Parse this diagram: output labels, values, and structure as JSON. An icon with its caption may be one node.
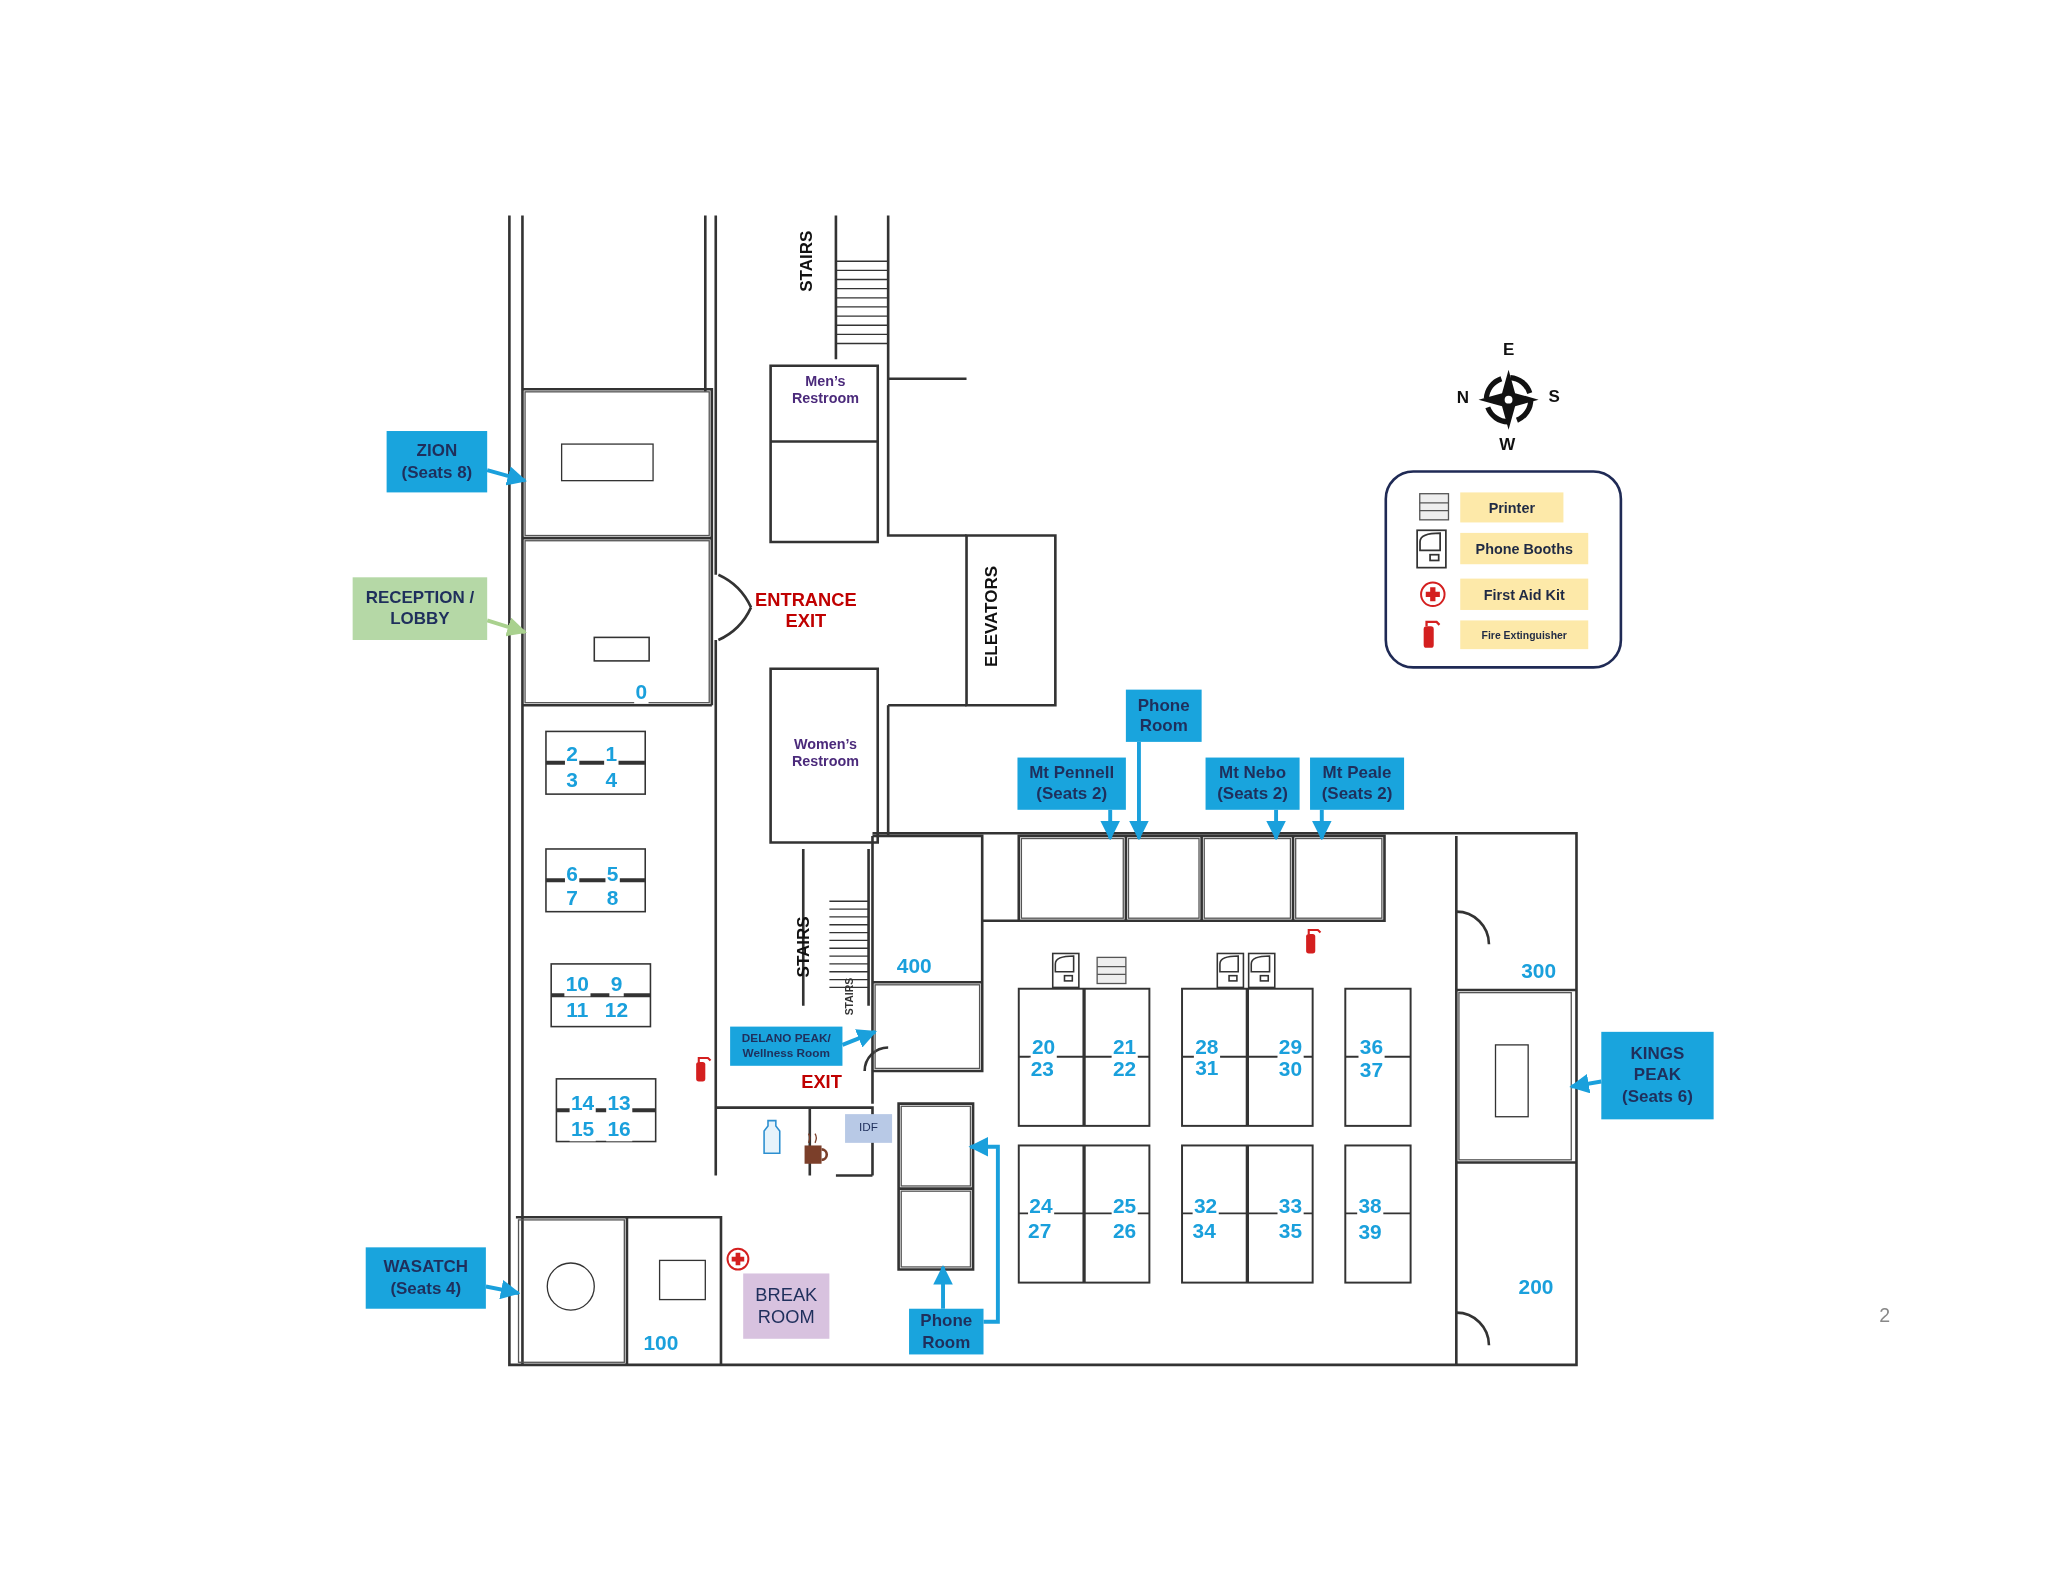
{
  "diagram": {
    "nodes": [
      {
        "text": [
          "ZION (Seats 8)"
        ]
      },
      {
        "text": [],
        "shape": "box"
      },
      {
        "text": [
          "RECEPTION / LOBBY"
        ]
      },
      {
        "text": [],
        "shape": "box"
      },
      {
        "text": [
          "Phone Room"
        ]
      },
      {
        "text": [
          "Mt Pennell (Seats 2)"
        ]
      },
      {
        "text": [
          "Mt Nebo (Seats 2)"
        ]
      },
      {
        "text": [
          "Mt Peale (Seats 2)"
        ]
      },
      {
        "text": [],
        "shape": "box"
      },
      {
        "text": [],
        "shape": "box"
      },
      {
        "text": [],
        "shape": "box"
      },
      {
        "text": [],
        "shape": "box"
      },
      {
        "text": [
          "DELANO PEAK/ Wellness Room"
        ]
      },
      {
        "text": [],
        "shape": "box"
      },
      {
        "text": [
          "KINGS PEAK (Seats 6)"
        ]
      },
      {
        "text": [],
        "shape": "box"
      },
      {
        "text": [
          "IDF"
        ]
      },
      {
        "text": [
          "WASATCH (Seats 4)"
        ]
      },
      {
        "text": [],
        "shape": "box"
      },
      {
        "text": [
          "BREAK ROOM"
        ]
      },
      {
        "text": [
          "Phone Room"
        ]
      },
      {
        "text": [],
        "shape": "box"
      },
      {
        "text": [],
        "shape": "box"
      }
    ],
    "edges": [
      {
        "from": 0,
        "to": 1,
        "arrow": "to"
      },
      {
        "from": 2,
        "to": 3,
        "arrow": "to",
        "color": "#a9d18e"
      },
      {
        "from": 5,
        "to": 8,
        "arrow": "to"
      },
      {
        "from": 4,
        "to": 9,
        "arrow": "to"
      },
      {
        "from": 6,
        "to": 10,
        "arrow": "to"
      },
      {
        "from": 7,
        "to": 11,
        "arrow": "to"
      },
      {
        "from": 12,
        "to": 13,
        "arrow": "to"
      },
      {
        "from": 14,
        "to": 15,
        "arrow": "to"
      },
      {
        "from": 17,
        "to": 18,
        "arrow": "to"
      },
      {
        "from": 20,
        "to": 21,
        "arrow": "to"
      },
      {
        "from": 20,
        "to": 22,
        "arrow": "to"
      }
    ],
    "labels": [
      "STAIRS",
      "E",
      "Men’s Restroom",
      "N",
      "S",
      "W",
      "ENTRANCE EXIT",
      "ELEVATORS",
      "0",
      "2",
      "1",
      "3",
      "4",
      "Women’s Restroom",
      "6",
      "5",
      "7",
      "8",
      "STAIRS",
      "400",
      "300",
      "10",
      "9",
      "STAIRS",
      "11",
      "12",
      "20",
      "21",
      "28",
      "29",
      "36",
      "23",
      "22",
      "31",
      "30",
      "37",
      "EXIT",
      "14",
      "13",
      "15",
      "16",
      "24",
      "25",
      "32",
      "33",
      "38",
      "27",
      "26",
      "34",
      "35",
      "39",
      "200",
      "2",
      "100"
    ],
    "legend": [
      {
        "text": "Printer"
      },
      {
        "text": "Phone Booths"
      },
      {
        "text": "First Aid Kit"
      },
      {
        "text": "Fire Extinguisher"
      }
    ]
  }
}
